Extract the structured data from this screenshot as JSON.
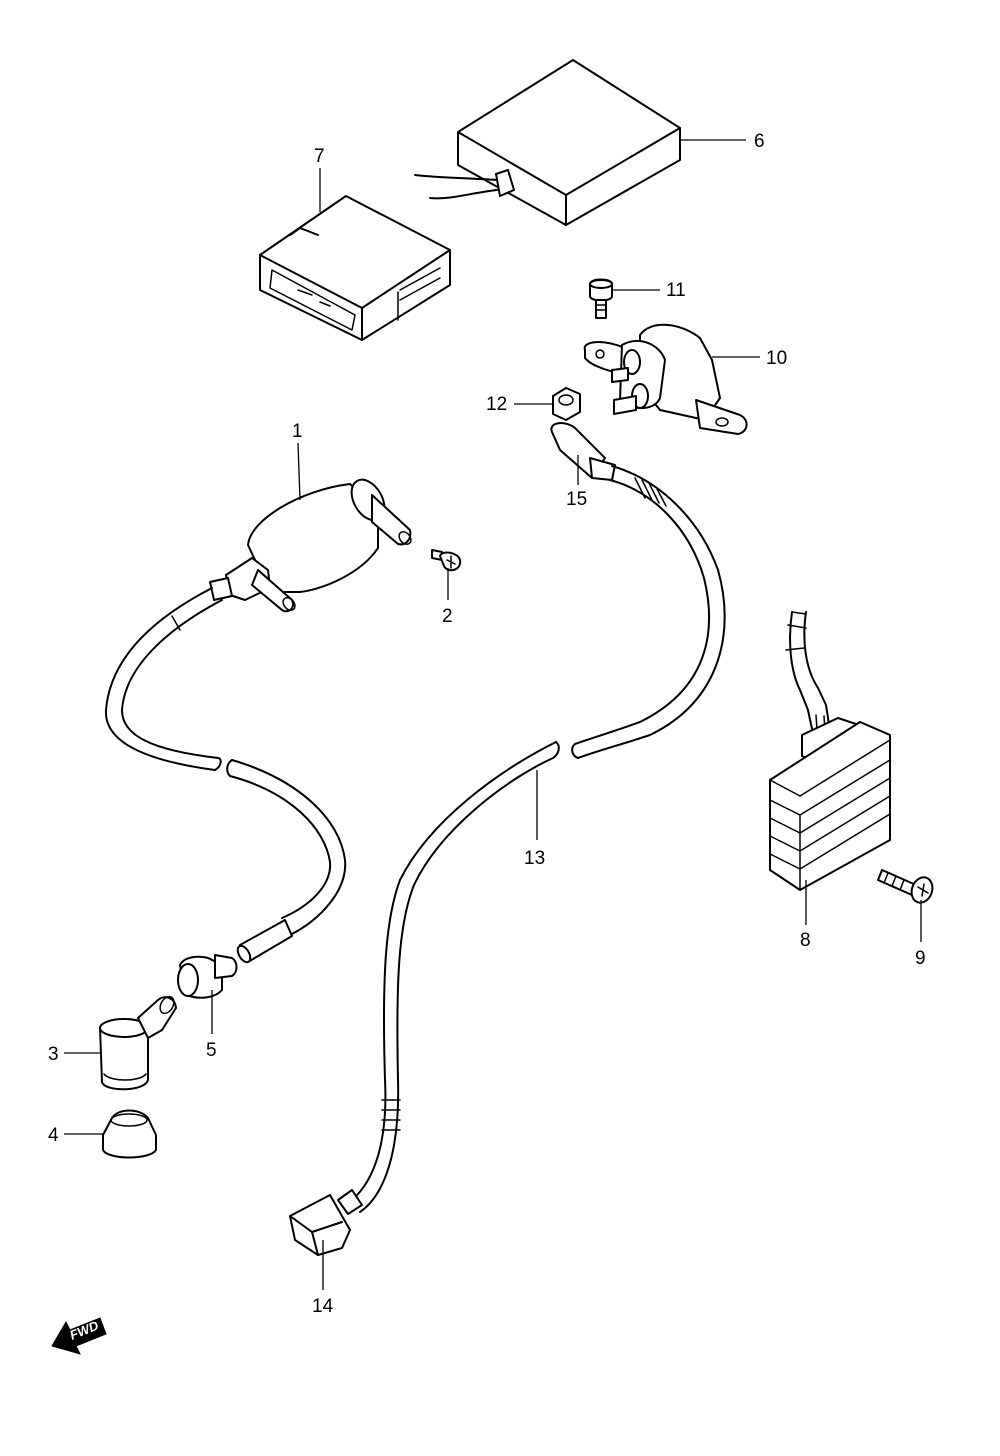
{
  "diagram": {
    "parts": [
      {
        "number": "1",
        "icon": "ignition-coil-icon"
      },
      {
        "number": "2",
        "icon": "screw-icon"
      },
      {
        "number": "3",
        "icon": "spark-plug-cap-icon"
      },
      {
        "number": "4",
        "icon": "plug-cap-cover-icon"
      },
      {
        "number": "5",
        "icon": "seal-grommet-icon"
      },
      {
        "number": "6",
        "icon": "control-unit-icon"
      },
      {
        "number": "7",
        "icon": "ecu-module-icon"
      },
      {
        "number": "8",
        "icon": "regulator-rectifier-icon"
      },
      {
        "number": "9",
        "icon": "bolt-icon"
      },
      {
        "number": "10",
        "icon": "starter-relay-icon"
      },
      {
        "number": "11",
        "icon": "bolt-icon"
      },
      {
        "number": "12",
        "icon": "nut-icon"
      },
      {
        "number": "13",
        "icon": "high-tension-cord-icon"
      },
      {
        "number": "14",
        "icon": "terminal-cap-icon"
      },
      {
        "number": "15",
        "icon": "terminal-cap-icon"
      }
    ],
    "fwd_label": "FWD",
    "line_color": "#000000",
    "background": "#ffffff"
  }
}
